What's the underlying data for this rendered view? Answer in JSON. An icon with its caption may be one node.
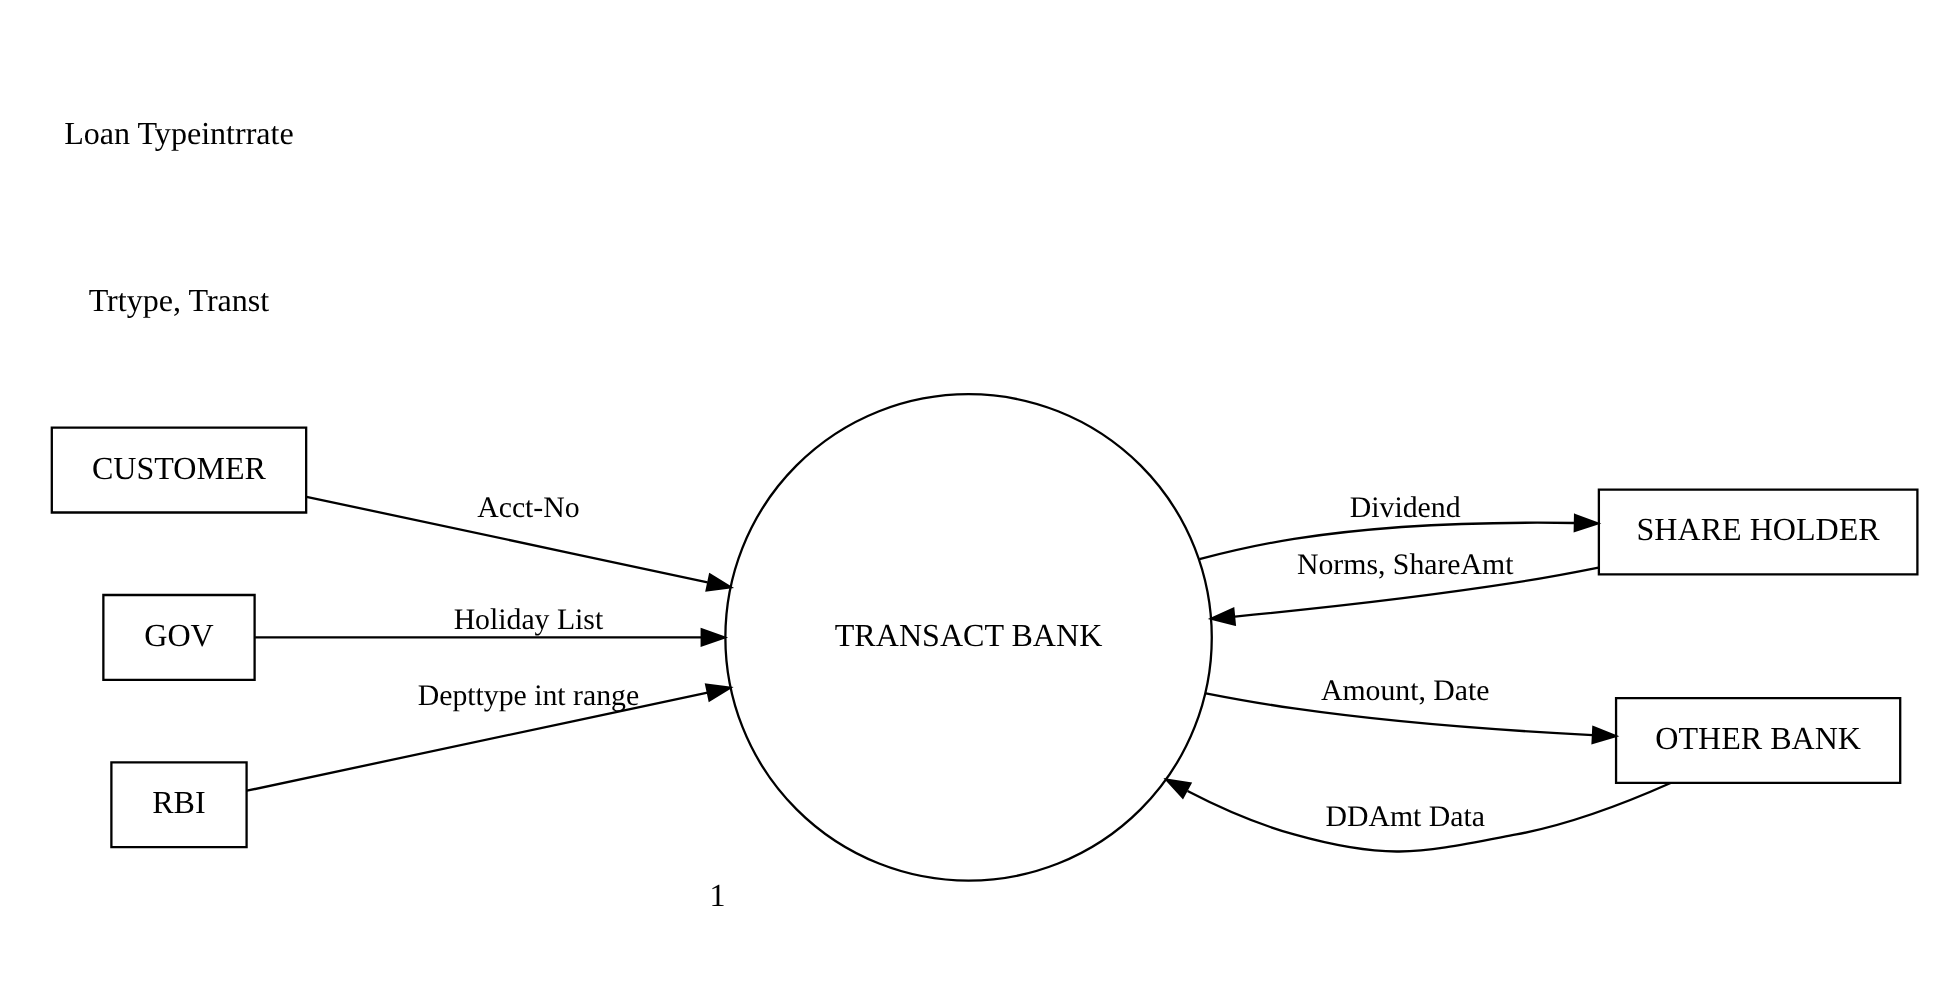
{
  "diagram": {
    "nodes": [
      {
        "text": [
          "CUSTOMER"
        ]
      },
      {
        "text": [
          "SHARE HOLDER"
        ]
      },
      {
        "text": [
          "TRANSACT BANK"
        ],
        "beside": [
          "1"
        ]
      },
      {
        "text": [
          "GOV"
        ]
      },
      {
        "text": [
          "RBI"
        ]
      },
      {
        "text": [
          "OTHER BANK"
        ]
      }
    ],
    "edges": [
      {
        "from": 0,
        "to": 2,
        "arrow": "to",
        "label": "Acct-No"
      },
      {
        "from": 2,
        "to": 1,
        "arrow": "to",
        "label": "Dividend"
      },
      {
        "from": 1,
        "to": 2,
        "arrow": "to",
        "label": "Norms, ShareAmt"
      },
      {
        "from": 3,
        "to": 2,
        "arrow": "to",
        "label": "Holiday List"
      },
      {
        "from": 4,
        "to": 2,
        "arrow": "to",
        "label": "Depttype int range"
      },
      {
        "from": 5,
        "to": 2,
        "arrow": "to",
        "label": "DDAmt Data"
      },
      {
        "from": 2,
        "to": 5,
        "arrow": "to",
        "label": "Amount, Date"
      }
    ],
    "labels": [
      "Trtype, Transt",
      "Loan Typeintrrate"
    ]
  }
}
